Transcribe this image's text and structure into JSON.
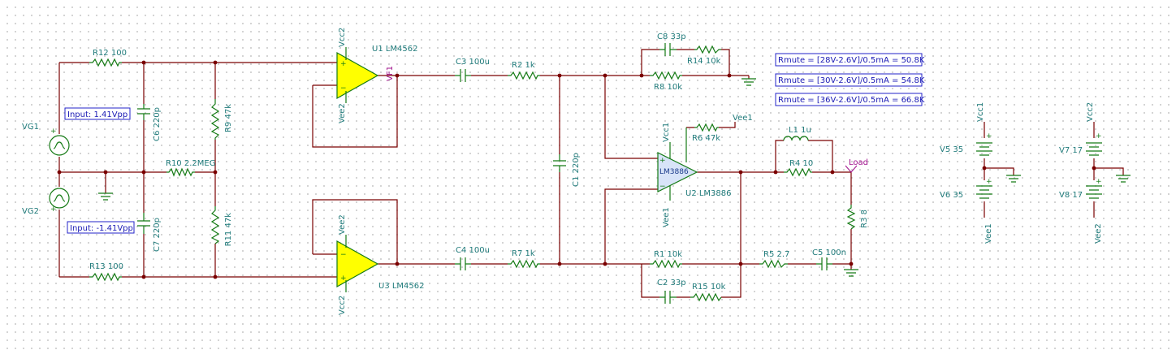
{
  "components": {
    "r12": "R12 100",
    "r13": "R13 100",
    "c6": "C6 220p",
    "c7": "C7 220p",
    "r9": "R9 47k",
    "r11": "R11 47k",
    "r10": "R10 2.2MEG",
    "vg1": "VG1",
    "vg2": "VG2",
    "u1": "U1 LM4562",
    "u3": "U3 LM4562",
    "u2": "U2 LM3886",
    "u2_body": "LM3886",
    "c3": "C3 100u",
    "c4": "C4 100u",
    "r2": "R2 1k",
    "r7": "R7 1k",
    "c1": "C1 220p",
    "c8": "C8 33p",
    "r14": "R14 10k",
    "r8": "R8 10k",
    "r6": "R6 47k",
    "r1": "R1 10k",
    "c2": "C2 33p",
    "r15": "R15 10k",
    "l1": "L1 1u",
    "r4": "R4 10",
    "r3": "R3 8",
    "r5": "R5 2.7",
    "c5": "C5 100n",
    "v5": "V5 35",
    "v6": "V6 35",
    "v7": "V7 17",
    "v8": "V8 17"
  },
  "nets": {
    "vcc1": "Vcc1",
    "vcc2": "Vcc2",
    "vee1": "Vee1",
    "vee2": "Vee2",
    "vf1": "VF1",
    "load": "Load"
  },
  "notes": {
    "input_pos": "Input: 1.41Vpp",
    "input_neg": "Input: -1.41Vpp",
    "rmute_28": "Rmute = [28V-2.6V]/0.5mA = 50.8K",
    "rmute_30": "Rmute = [30V-2.6V]/0.5mA = 54.8K",
    "rmute_36": "Rmute = [36V-2.6V]/0.5mA = 66.8K"
  },
  "symbols": {
    "plus": "+",
    "minus": "−"
  },
  "colors": {
    "wire": "#7a0000",
    "component": "#157a15",
    "label": "#1f7a7a",
    "note_border": "#2323c8",
    "note_text": "#1a1ab4",
    "net_label": "#a0108c",
    "opamp_fill": "#ffff00"
  },
  "icons": [
    "resistor-icon",
    "capacitor-icon",
    "inductor-icon",
    "op-amp-icon",
    "battery-icon",
    "ground-icon",
    "voltage-source-icon"
  ]
}
